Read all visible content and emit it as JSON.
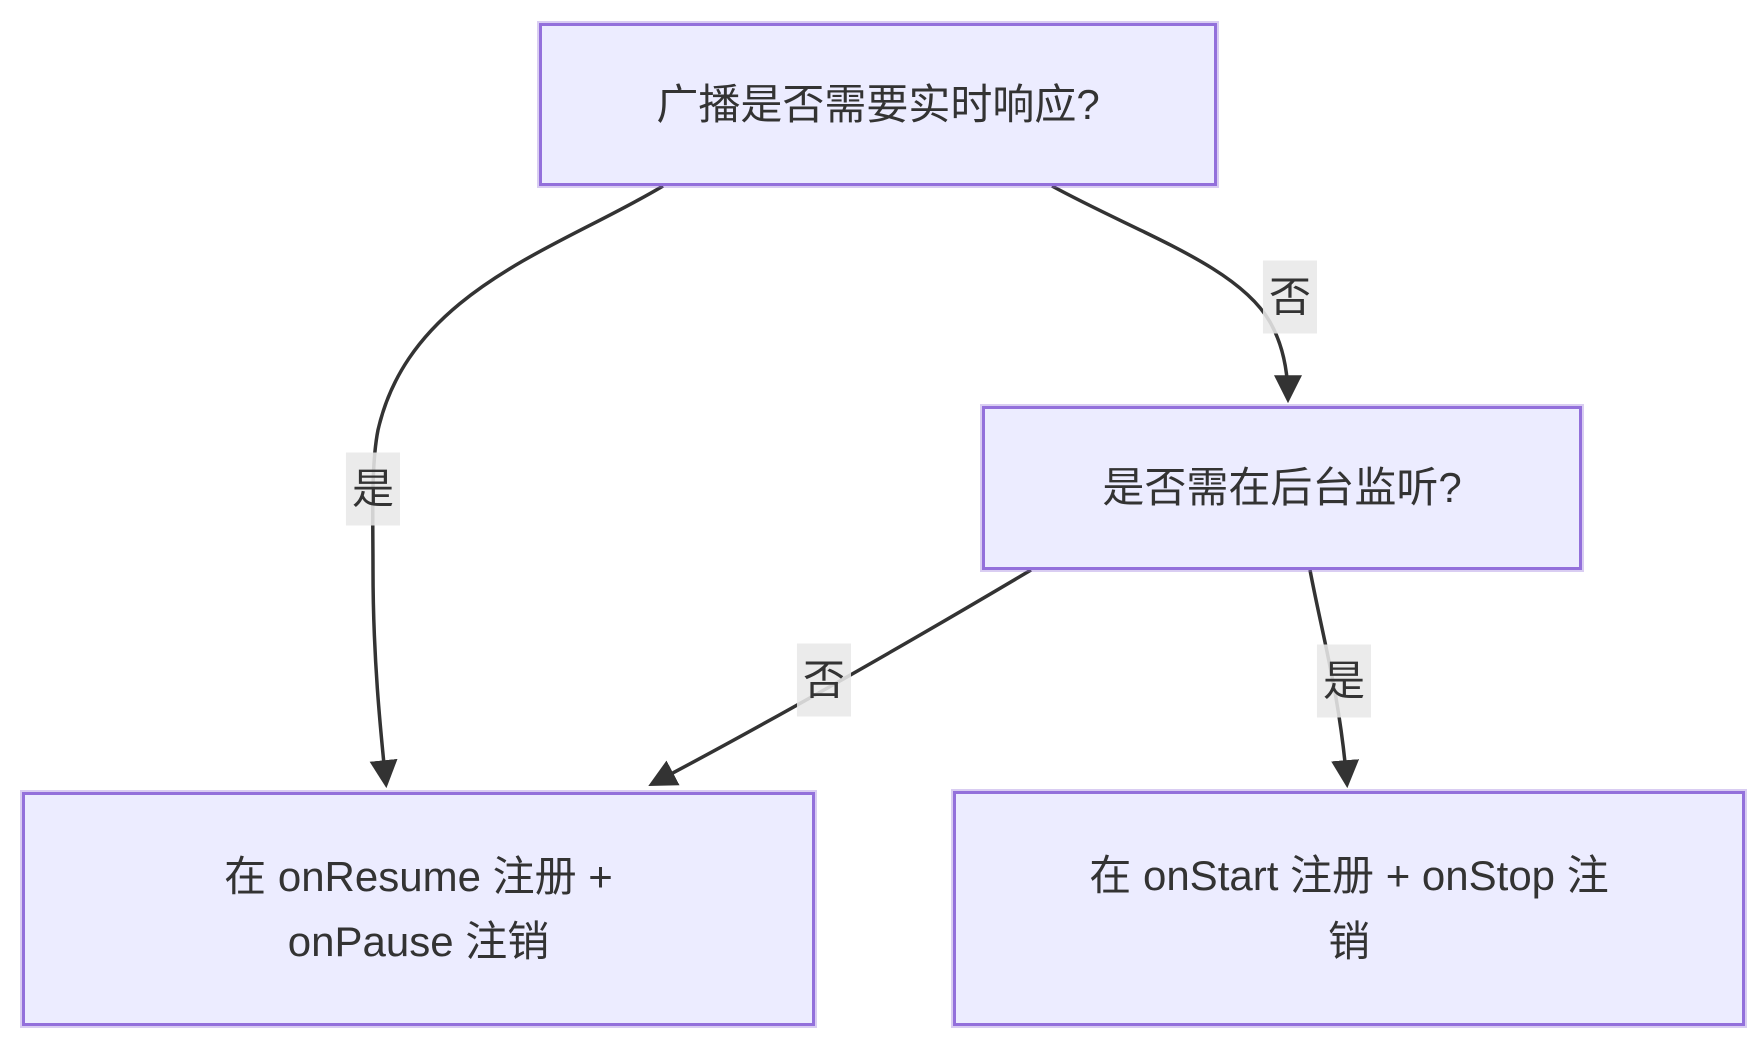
{
  "diagram": {
    "type": "flowchart",
    "direction": "top-down",
    "colors": {
      "node_fill": "#ECECFF",
      "node_border": "#9370DB",
      "edge_line": "#333333",
      "edge_label_bg": "#e8e8e8",
      "text": "#333333",
      "background": "#ffffff"
    },
    "nodes": [
      {
        "id": "A",
        "label": "广播是否需要实时响应?",
        "lines": [
          "广播是否需要实时响应?"
        ]
      },
      {
        "id": "B",
        "label": "是否需在后台监听?",
        "lines": [
          "是否需在后台监听?"
        ]
      },
      {
        "id": "C",
        "label": "在 onResume 注册 + onPause 注销",
        "lines": [
          "在 onResume 注册 +",
          "onPause 注销"
        ]
      },
      {
        "id": "D",
        "label": "在 onStart 注册 + onStop 注销",
        "lines": [
          "在 onStart 注册 + onStop 注",
          "销"
        ]
      }
    ],
    "edges": [
      {
        "from": "A",
        "to": "C",
        "label": "是"
      },
      {
        "from": "A",
        "to": "B",
        "label": "否"
      },
      {
        "from": "B",
        "to": "C",
        "label": "否"
      },
      {
        "from": "B",
        "to": "D",
        "label": "是"
      }
    ]
  }
}
